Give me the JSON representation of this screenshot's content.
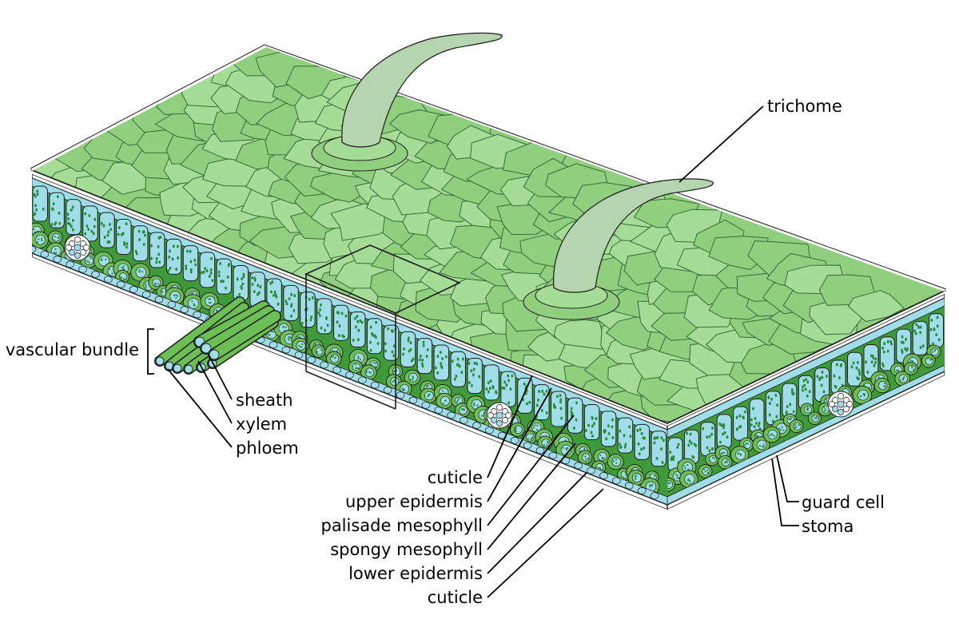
{
  "colors": {
    "surface": "#8fcf7e",
    "surface_light": "#a5dc96",
    "cell_line": "#3a6a3a",
    "epidermis": "#9fdde8",
    "palisade": "#9fdde8",
    "chloroplast": "#2c8a3a",
    "spongy_bg": "#3f9a3a",
    "spongy_cell": "#6cbf55",
    "trichome": "#b5d5ae",
    "cuticle": "#ffffff",
    "outline": "#1d1d1d"
  },
  "labels": {
    "trichome": "trichome",
    "vascular_bundle": "vascular bundle",
    "sheath": "sheath",
    "xylem": "xylem",
    "phloem": "phloem",
    "cuticle_top": "cuticle",
    "upper_epidermis": "upper epidermis",
    "palisade_mesophyll": "palisade mesophyll",
    "spongy_mesophyll": "spongy mesophyll",
    "lower_epidermis": "lower epidermis",
    "cuticle_bottom": "cuticle",
    "guard_cell": "guard cell",
    "stoma": "stoma"
  }
}
